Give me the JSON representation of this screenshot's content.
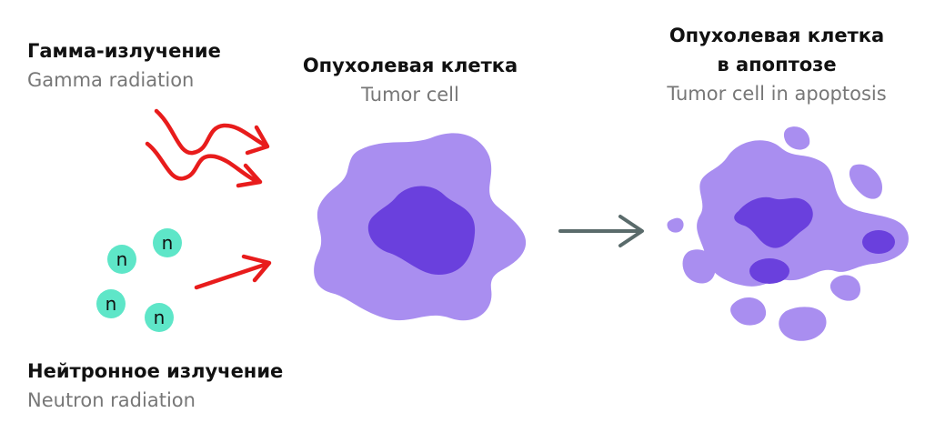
{
  "labels": {
    "gamma_ru": "Гамма-излучение",
    "gamma_en": "Gamma radiation",
    "tumor_ru": "Опухолевая клетка",
    "tumor_en": "Tumor cell",
    "apoptosis_ru_line1": "Опухолевая клетка",
    "apoptosis_ru_line2": "в апоптозе",
    "apoptosis_en": "Tumor cell in apoptosis",
    "neutron_ru": "Нейтронное излучение",
    "neutron_en": "Neutron radiation"
  },
  "neutron_symbol": "n",
  "colors": {
    "radiation_arrow": "#e81c1c",
    "process_arrow": "#5a6b6b",
    "neutron": "#5ee6c8",
    "cytoplasm": "#a98ef0",
    "cytoplasm_light": "#b59ef2",
    "nucleus": "#6a40dd"
  }
}
